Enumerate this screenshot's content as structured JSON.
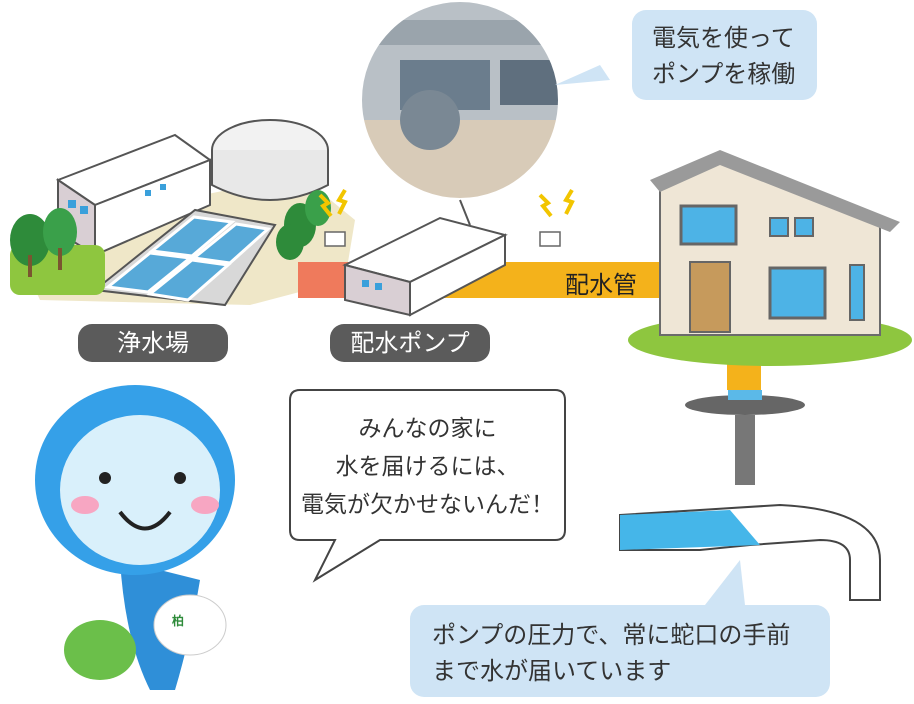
{
  "labels": {
    "treatment_plant": "浄水場",
    "distribution_pump": "配水ポンプ",
    "distribution_pipe": "配水管"
  },
  "callout_top": {
    "line1": "電気を使って",
    "line2": "ポンプを稼働"
  },
  "speech_bubble": {
    "line1": "みんなの家に",
    "line2": "水を届けるには、",
    "line3": "電気が欠かせないんだ！"
  },
  "callout_bottom": {
    "line1": "ポンプの圧力で、常に蛇口の手前",
    "line2": "まで水が届いています"
  },
  "mascot_badge_text": "柏",
  "colors": {
    "pipe_orange": "#f4b21b",
    "pipe_salmon": "#ef7a5c",
    "callout_bg": "#cfe4f5",
    "water_blue": "#45b6e9",
    "label_bg": "#5b5b5b",
    "grass": "#8ec63f"
  }
}
